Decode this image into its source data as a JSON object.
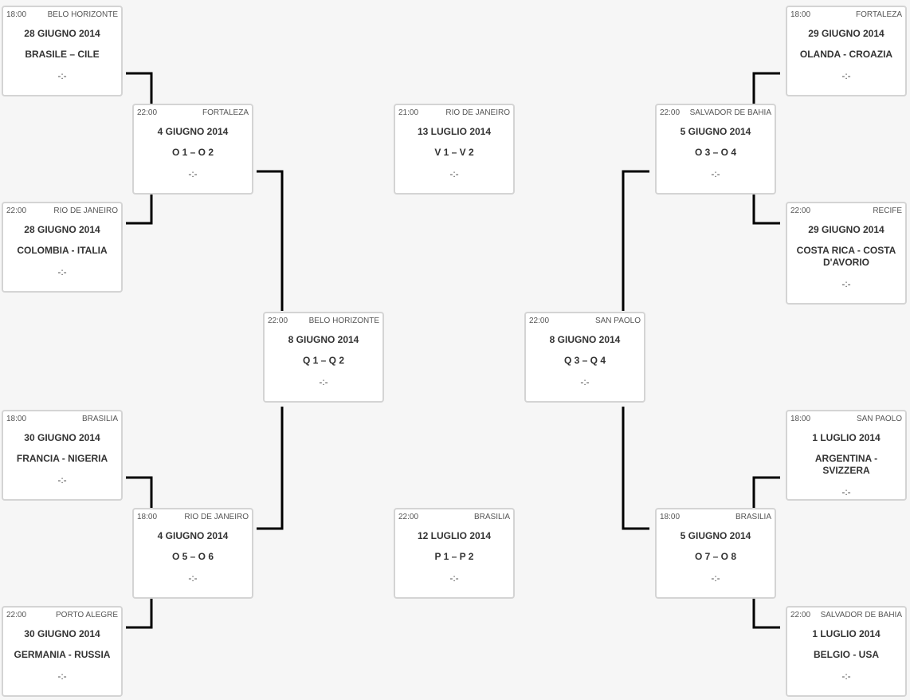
{
  "matches": [
    {
      "id": "r16-1",
      "time": "18:00",
      "venue": "BELO HORIZONTE",
      "date": "28 GIUGNO 2014",
      "teams": "BRASILE – CILE",
      "score": "-:-"
    },
    {
      "id": "r16-2",
      "time": "22:00",
      "venue": "RIO DE JANEIRO",
      "date": "28 GIUGNO 2014",
      "teams": "COLOMBIA - ITALIA",
      "score": "-:-"
    },
    {
      "id": "r16-3",
      "time": "18:00",
      "venue": "BRASILIA",
      "date": "30 GIUGNO 2014",
      "teams": "FRANCIA - NIGERIA",
      "score": "-:-"
    },
    {
      "id": "r16-4",
      "time": "22:00",
      "venue": "PORTO ALEGRE",
      "date": "30 GIUGNO 2014",
      "teams": "GERMANIA - RUSSIA",
      "score": "-:-"
    },
    {
      "id": "r16-5",
      "time": "18:00",
      "venue": "FORTALEZA",
      "date": "29 GIUGNO 2014",
      "teams": "OLANDA - CROAZIA",
      "score": "-:-"
    },
    {
      "id": "r16-6",
      "time": "22:00",
      "venue": "RECIFE",
      "date": "29 GIUGNO 2014",
      "teams": "COSTA RICA - COSTA D'AVORIO",
      "score": "-:-"
    },
    {
      "id": "r16-7",
      "time": "18:00",
      "venue": "SAN PAOLO",
      "date": "1 LUGLIO 2014",
      "teams": "ARGENTINA - SVIZZERA",
      "score": "-:-"
    },
    {
      "id": "r16-8",
      "time": "22:00",
      "venue": "SALVADOR DE BAHIA",
      "date": "1 LUGLIO 2014",
      "teams": "BELGIO - USA",
      "score": "-:-"
    },
    {
      "id": "qf-1",
      "time": "22:00",
      "venue": "FORTALEZA",
      "date": "4 GIUGNO 2014",
      "teams": "O 1 – O 2",
      "score": "-:-"
    },
    {
      "id": "qf-2",
      "time": "18:00",
      "venue": "RIO DE JANEIRO",
      "date": "4 GIUGNO 2014",
      "teams": "O 5 – O 6",
      "score": "-:-"
    },
    {
      "id": "qf-3",
      "time": "22:00",
      "venue": "SALVADOR DE BAHIA",
      "date": "5 GIUGNO 2014",
      "teams": "O 3 – O 4",
      "score": "-:-"
    },
    {
      "id": "qf-4",
      "time": "18:00",
      "venue": "BRASILIA",
      "date": "5 GIUGNO 2014",
      "teams": "O 7 – O 8",
      "score": "-:-"
    },
    {
      "id": "sf-1",
      "time": "22:00",
      "venue": "BELO HORIZONTE",
      "date": "8 GIUGNO 2014",
      "teams": "Q 1 – Q 2",
      "score": "-:-"
    },
    {
      "id": "sf-2",
      "time": "22:00",
      "venue": "SAN PAOLO",
      "date": "8 GIUGNO 2014",
      "teams": "Q 3 – Q 4",
      "score": "-:-"
    },
    {
      "id": "final",
      "time": "21:00",
      "venue": "RIO DE JANEIRO",
      "date": "13 LUGLIO 2014",
      "teams": "V 1 – V 2",
      "score": "-:-"
    },
    {
      "id": "third",
      "time": "22:00",
      "venue": "BRASILIA",
      "date": "12 LUGLIO 2014",
      "teams": "P 1 – P 2",
      "score": "-:-"
    }
  ],
  "colors": {
    "line": "#000000",
    "card_border": "#d4d4d4",
    "card_bg": "#ffffff",
    "page_bg": "#f6f6f6"
  }
}
